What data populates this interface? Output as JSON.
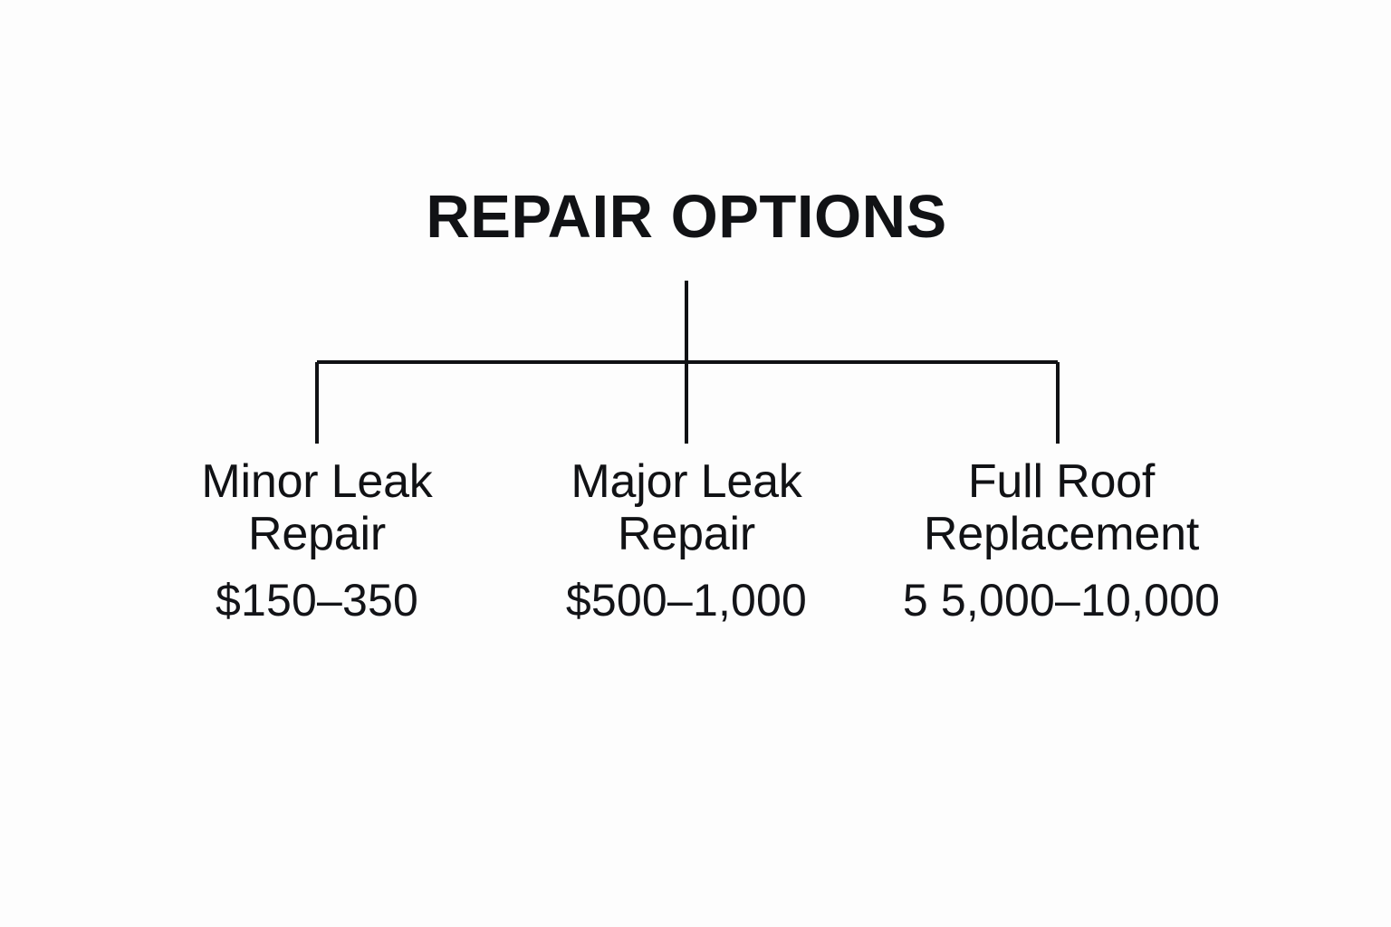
{
  "diagram": {
    "title": "REPAIR OPTIONS",
    "type": "hierarchy-tree",
    "background_color": "#fdfdfd",
    "line_color": "#101114",
    "text_color": "#111215",
    "branches": [
      {
        "label": "Minor Leak\nRepair",
        "label_line1": "Minor Leak",
        "label_line2": "Repair",
        "price": "$150–350"
      },
      {
        "label": "Major Leak\nRepair",
        "label_line1": "Major Leak",
        "label_line2": "Repair",
        "price": "$500–1,000"
      },
      {
        "label": "Full Roof\nReplacement",
        "label_line1": "Full Roof",
        "label_line2": "Replacement",
        "price": "5 5,000–10,000"
      }
    ]
  }
}
